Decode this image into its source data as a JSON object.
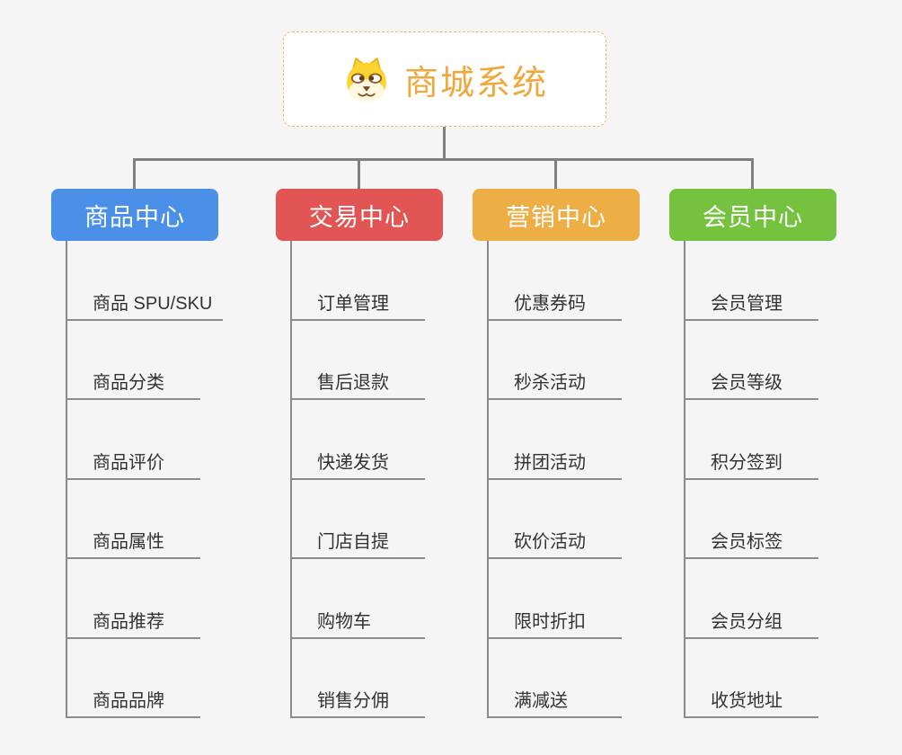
{
  "canvas": {
    "background_color": "#f5f5f5",
    "connector_color": "#7f7f7f"
  },
  "root": {
    "label": "商城系统",
    "text_color": "#f0a73c",
    "border_color": "#f3b95f",
    "icon": "dog-face-icon"
  },
  "branches": [
    {
      "id": "product-center",
      "label": "商品中心",
      "color": "#4a90e8",
      "items": [
        "商品 SPU/SKU",
        "商品分类",
        "商品评价",
        "商品属性",
        "商品推荐",
        "商品品牌"
      ]
    },
    {
      "id": "trade-center",
      "label": "交易中心",
      "color": "#e25555",
      "items": [
        "订单管理",
        "售后退款",
        "快递发货",
        "门店自提",
        "购物车",
        "销售分佣"
      ]
    },
    {
      "id": "marketing-center",
      "label": "营销中心",
      "color": "#ecae45",
      "items": [
        "优惠券码",
        "秒杀活动",
        "拼团活动",
        "砍价活动",
        "限时折扣",
        "满减送"
      ]
    },
    {
      "id": "member-center",
      "label": "会员中心",
      "color": "#74c23e",
      "items": [
        "会员管理",
        "会员等级",
        "积分签到",
        "会员标签",
        "会员分组",
        "收货地址"
      ]
    }
  ]
}
